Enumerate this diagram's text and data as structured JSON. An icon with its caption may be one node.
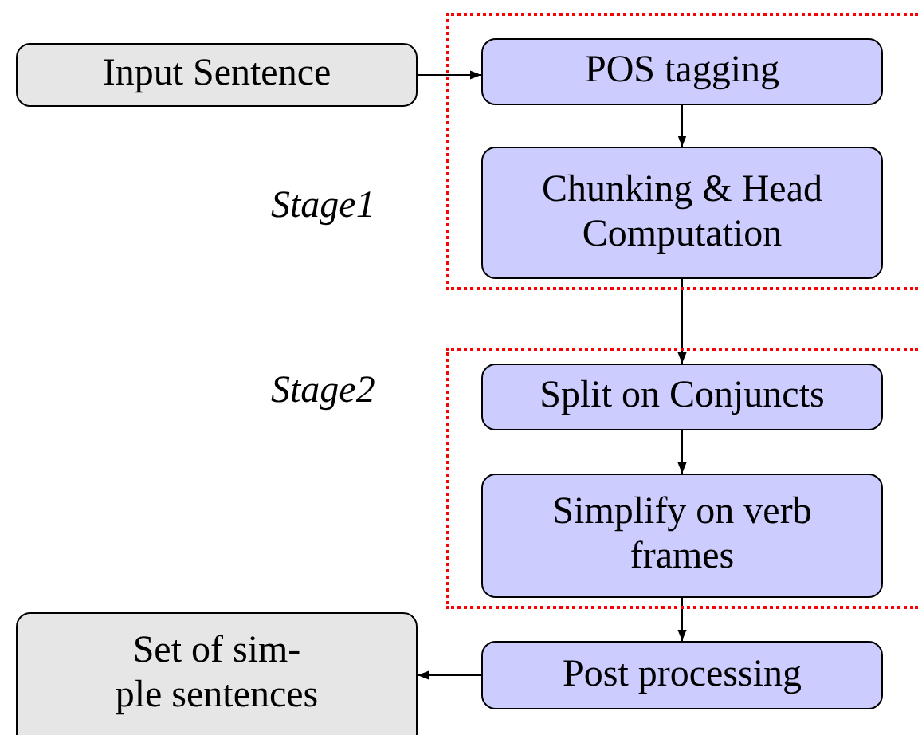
{
  "diagram": {
    "nodes": [
      {
        "text": [
          "Input Sentence"
        ]
      },
      {
        "text": [],
        "shape": "box"
      },
      {
        "text": [
          "POS tagging"
        ],
        "in": 1
      },
      {
        "text": [
          "Chunking & Head Computation"
        ],
        "in": 1
      },
      {
        "text": [],
        "shape": "box"
      },
      {
        "text": [
          "Split on Conjuncts"
        ],
        "in": 4
      },
      {
        "text": [
          "Simplify on verb frames"
        ],
        "in": 4
      },
      {
        "text": [
          "Post processing"
        ]
      },
      {
        "text": [
          "Set of sim- ple sentences"
        ]
      }
    ],
    "edges": [
      {
        "from": 0,
        "to": 2,
        "arrow": "to"
      },
      {
        "from": 2,
        "to": 3,
        "arrow": "to"
      },
      {
        "from": 3,
        "to": 5,
        "arrow": "to"
      },
      {
        "from": 5,
        "to": 6,
        "arrow": "to"
      },
      {
        "from": 6,
        "to": 7,
        "arrow": "to"
      },
      {
        "from": 7,
        "to": 8,
        "arrow": "to"
      }
    ],
    "labels": [
      "Stage1",
      "Stage2"
    ]
  }
}
